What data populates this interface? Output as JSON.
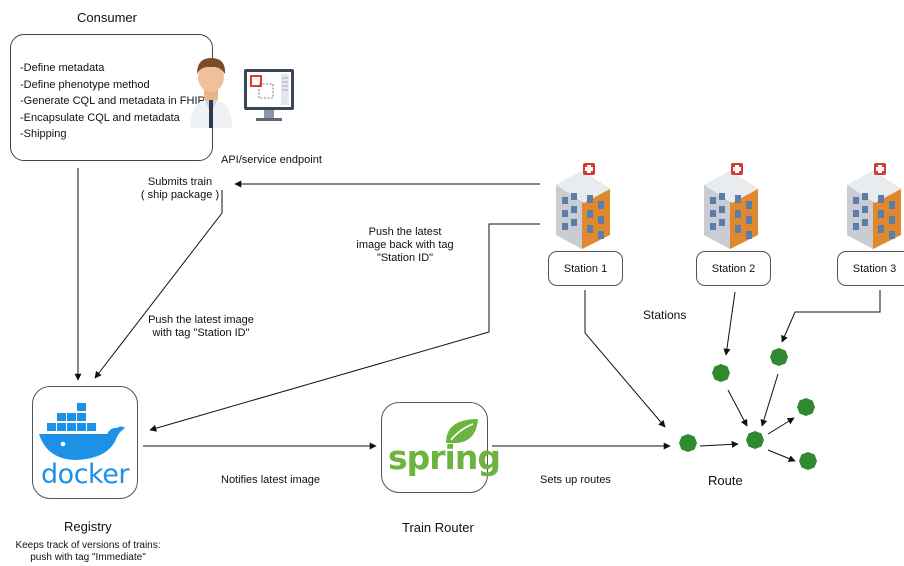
{
  "consumer": {
    "title": "Consumer",
    "tasks": [
      "-Define metadata",
      "-Define phenotype method",
      "-Generate CQL and metadata in FHIR",
      "-Encapsulate CQL and metadata",
      "-Shipping"
    ],
    "endpoint_label": "API/service endpoint"
  },
  "edges": {
    "submits_train": [
      "Submits train",
      "( ship package )"
    ],
    "push_station_id": [
      "Push the latest image",
      "with tag \"Station ID\""
    ],
    "push_back": [
      "Push the latest",
      "image back with tag",
      "\"Station ID\""
    ],
    "notifies": "Notifies latest image",
    "sets_up_routes": "Sets up routes"
  },
  "stations": {
    "group_label": "Stations",
    "items": [
      "Station 1",
      "Station 2",
      "Station 3"
    ]
  },
  "registry": {
    "logo_text": "docker",
    "title": "Registry",
    "desc": [
      "Keeps track of versions of trains:",
      "push with tag \"Immediate\""
    ]
  },
  "train_router": {
    "logo_text": "spring",
    "title": "Train Router"
  },
  "route": {
    "title": "Route"
  },
  "colors": {
    "docker_blue": "#1d91e6",
    "spring_green": "#6db33f",
    "route_node": "#2f8a2f",
    "arrow": "#111111"
  }
}
